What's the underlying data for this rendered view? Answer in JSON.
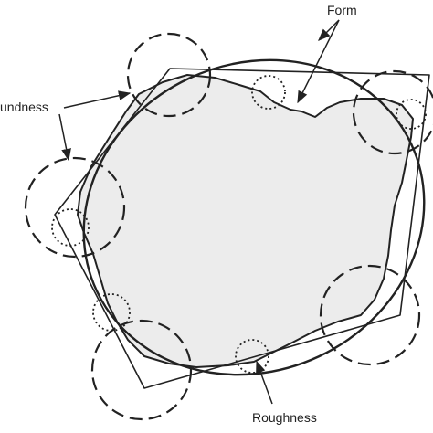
{
  "labels": {
    "form": "Form",
    "roundness": "undness",
    "roughness": "Roughness"
  },
  "colors": {
    "stroke": "#222222",
    "particle_fill": "#ececec",
    "background": "#ffffff"
  }
}
